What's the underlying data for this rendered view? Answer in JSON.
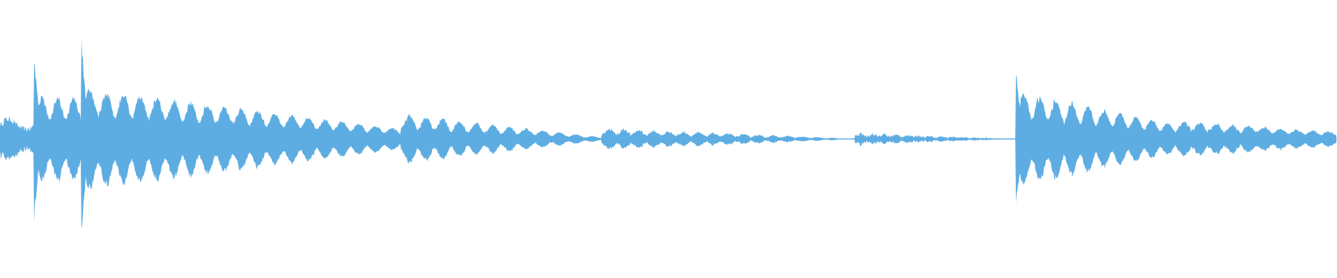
{
  "waveform": {
    "color": "#5dade2",
    "background": "#ffffff",
    "description_free": true,
    "segments": [
      {
        "kind": "noise-intro",
        "start": 0.0,
        "end": 0.026,
        "amplitude": 0.12
      },
      {
        "kind": "transient",
        "at": 0.026,
        "amplitude": 0.55
      },
      {
        "kind": "pulses",
        "start": 0.026,
        "end": 0.061,
        "cycles": 3,
        "amplitude": 0.28,
        "base": 0.13
      },
      {
        "kind": "transient",
        "at": 0.061,
        "amplitude": 0.68
      },
      {
        "kind": "pulses",
        "start": 0.061,
        "end": 0.3,
        "cycles": 19,
        "amplitude": 0.34,
        "base": 0.16,
        "decayTo": 0.2
      },
      {
        "kind": "pulses",
        "start": 0.3,
        "end": 0.45,
        "cycles": 12,
        "amplitude": 0.16,
        "base": 0.06,
        "decayTo": 0.07
      },
      {
        "kind": "pulses",
        "start": 0.45,
        "end": 0.64,
        "cycles": 17,
        "amplitude": 0.06,
        "base": 0.02,
        "decayTo": 0.02
      },
      {
        "kind": "pulses",
        "start": 0.64,
        "end": 0.76,
        "cycles": 14,
        "amplitude": 0.025,
        "base": 0.01,
        "decayTo": 0.01
      },
      {
        "kind": "transient",
        "at": 0.76,
        "amplitude": 0.46
      },
      {
        "kind": "pulses",
        "start": 0.76,
        "end": 0.88,
        "cycles": 10,
        "amplitude": 0.32,
        "base": 0.14,
        "decayTo": 0.3
      },
      {
        "kind": "pulses",
        "start": 0.88,
        "end": 1.0,
        "cycles": 10,
        "amplitude": 0.11,
        "base": 0.05,
        "decayTo": 0.4
      }
    ]
  }
}
